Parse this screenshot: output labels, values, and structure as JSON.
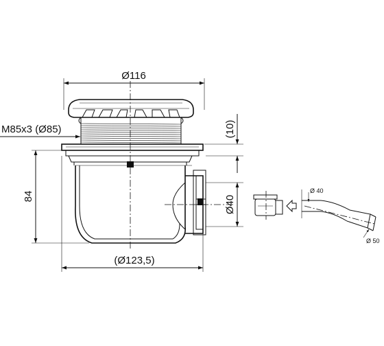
{
  "dimensions": {
    "cap_diameter": "Ø116",
    "thread": "M85x3 (Ø85)",
    "flange_height": "(10)",
    "body_height": "84",
    "outlet_diameter": "Ø40",
    "body_diameter": "(Ø123,5)",
    "adapter_inner": "Ø 40",
    "adapter_outer": "Ø 50"
  }
}
